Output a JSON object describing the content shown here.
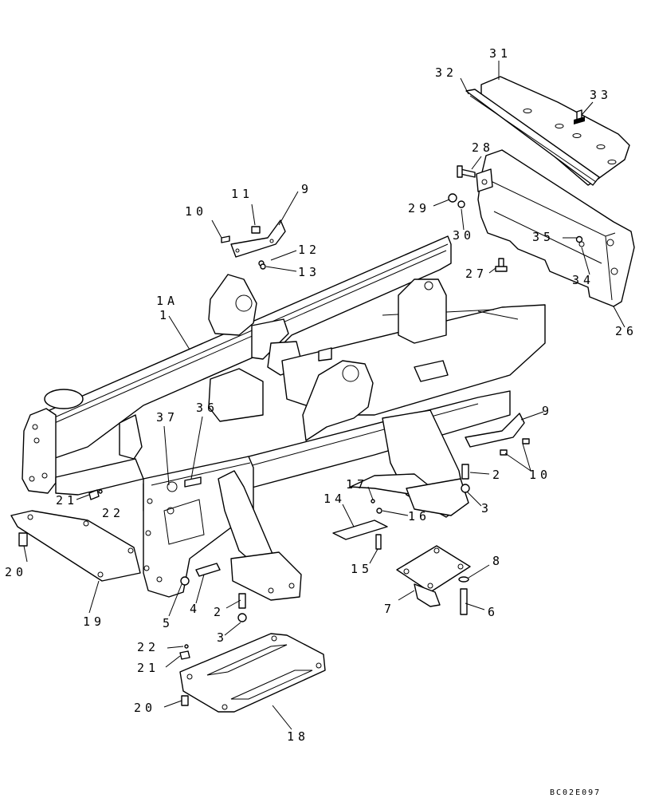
{
  "drawing_code": "BC02E097",
  "callouts": [
    {
      "id": "c31",
      "text": "31"
    },
    {
      "id": "c32",
      "text": "32"
    },
    {
      "id": "c33",
      "text": "33"
    },
    {
      "id": "c28",
      "text": "28"
    },
    {
      "id": "c29",
      "text": "29"
    },
    {
      "id": "c30",
      "text": "30"
    },
    {
      "id": "c35",
      "text": "35"
    },
    {
      "id": "c34",
      "text": "34"
    },
    {
      "id": "c27",
      "text": "27"
    },
    {
      "id": "c26",
      "text": "26"
    },
    {
      "id": "c11",
      "text": "11"
    },
    {
      "id": "c9a",
      "text": "9"
    },
    {
      "id": "c10a",
      "text": "10"
    },
    {
      "id": "c12",
      "text": "12"
    },
    {
      "id": "c13",
      "text": "13"
    },
    {
      "id": "c1A",
      "text": "1A"
    },
    {
      "id": "c1",
      "text": "1"
    },
    {
      "id": "c37",
      "text": "37"
    },
    {
      "id": "c36",
      "text": "36"
    },
    {
      "id": "c9b",
      "text": "9"
    },
    {
      "id": "c10b",
      "text": "10"
    },
    {
      "id": "c2a",
      "text": "2"
    },
    {
      "id": "c17",
      "text": "17"
    },
    {
      "id": "c14",
      "text": "14"
    },
    {
      "id": "c16",
      "text": "16"
    },
    {
      "id": "c3a",
      "text": "3"
    },
    {
      "id": "c21a",
      "text": "21"
    },
    {
      "id": "c22a",
      "text": "22"
    },
    {
      "id": "c20a",
      "text": "20"
    },
    {
      "id": "c19",
      "text": "19"
    },
    {
      "id": "c15",
      "text": "15"
    },
    {
      "id": "c8",
      "text": "8"
    },
    {
      "id": "c7",
      "text": "7"
    },
    {
      "id": "c6",
      "text": "6"
    },
    {
      "id": "c5",
      "text": "5"
    },
    {
      "id": "c4",
      "text": "4"
    },
    {
      "id": "c2b",
      "text": "2"
    },
    {
      "id": "c3b",
      "text": "3"
    },
    {
      "id": "c22b",
      "text": "22"
    },
    {
      "id": "c21b",
      "text": "21"
    },
    {
      "id": "c20b",
      "text": "20"
    },
    {
      "id": "c18",
      "text": "18"
    }
  ]
}
